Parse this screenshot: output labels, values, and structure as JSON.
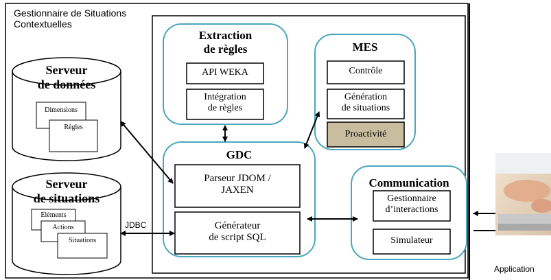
{
  "system": {
    "title_line1": "Gestionnaire de Situations",
    "title_line2": "Contextuelles"
  },
  "data_server": {
    "title_line1": "Serveur",
    "title_line2": "de données",
    "docs": [
      "Dimensions",
      "Règles"
    ]
  },
  "situation_server": {
    "title_line1": "Serveur",
    "title_line2": "de situations",
    "docs": [
      "Eléments",
      "Actions",
      "Situations"
    ]
  },
  "jdbc_label": "JDBC",
  "extraction": {
    "title_line1": "Extraction",
    "title_line2": "de règles",
    "api": "API WEKA",
    "integration_line1": "Intégration",
    "integration_line2": "de règles"
  },
  "mes": {
    "title": "MES",
    "controle": "Contrôle",
    "generation_line1": "Génération",
    "generation_line2": "de situations",
    "proactivite": "Proactivité"
  },
  "gdc": {
    "title": "GDC",
    "parser_line1": "Parseur JDOM /",
    "parser_line2": "JAXEN",
    "generator_line1": "Générateur",
    "generator_line2": "de script SQL"
  },
  "communication": {
    "title": "Communication",
    "interactions_line1": "Gestionnaire",
    "interactions_line2": "d’interactions",
    "simulateur": "Simulateur"
  },
  "application_label": "Application",
  "colors": {
    "teal_border": "#4ba7bd",
    "proactivite_fill": "#c8bd9e"
  }
}
